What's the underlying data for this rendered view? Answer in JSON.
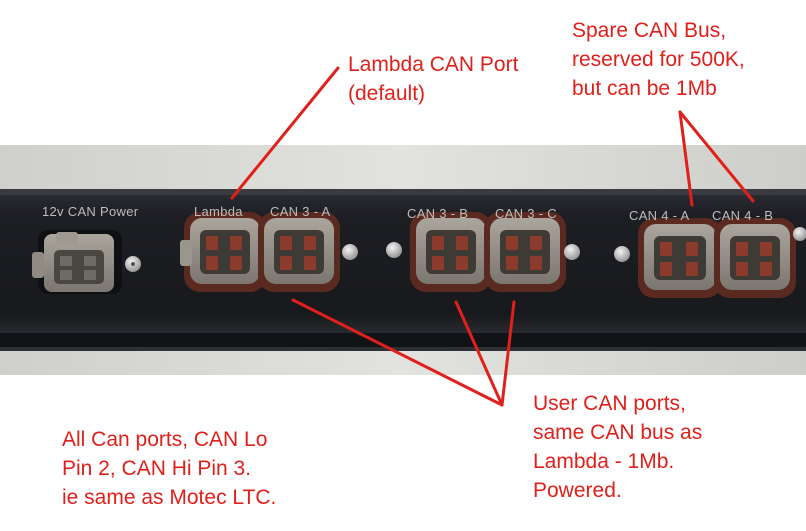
{
  "annotations": {
    "lambda_port": "Lambda CAN Port\n(default)",
    "spare_bus": "Spare CAN Bus,\nreserved for 500K,\nbut can be 1Mb",
    "user_ports": "User CAN ports,\nsame CAN bus as\nLambda - 1Mb.\nPowered.",
    "all_ports": "All Can ports, CAN Lo\nPin 2, CAN Hi Pin 3.\nie same as Motec LTC."
  },
  "panel_labels": {
    "power": "12v CAN Power",
    "lambda": "Lambda",
    "can3a": "CAN 3 - A",
    "can3b": "CAN 3 - B",
    "can3c": "CAN 3 - C",
    "can4a": "CAN 4 - A",
    "can4b": "CAN 4 - B"
  },
  "colors": {
    "annotation": "#e0201b",
    "panel": "#1c1d22",
    "wall": "#d8d8d4",
    "connector": "#8d8880"
  }
}
